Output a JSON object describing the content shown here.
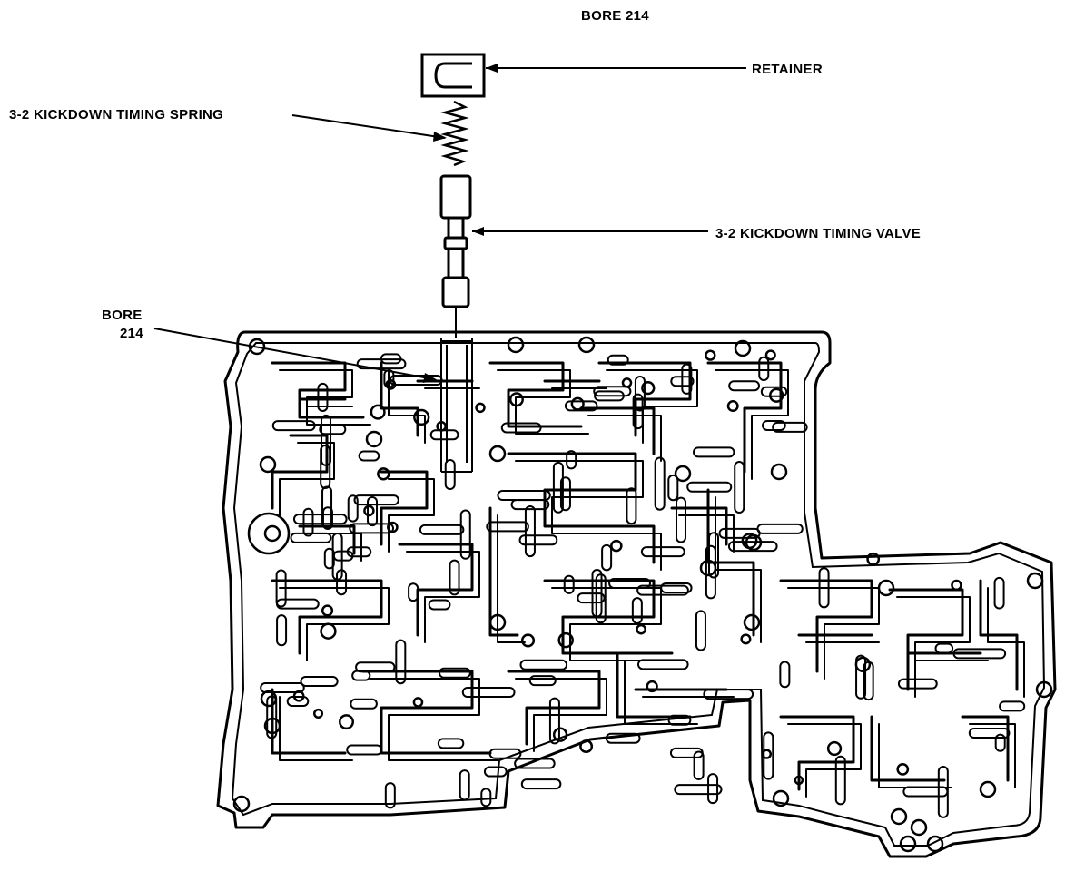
{
  "title": "BORE 214",
  "labels": {
    "retainer": "RETAINER",
    "spring": "3-2 KICKDOWN TIMING SPRING",
    "valve": "3-2 KICKDOWN TIMING VALVE",
    "bore_line1": "BORE",
    "bore_line2": "214"
  },
  "colors": {
    "ink": "#000000",
    "paper": "#ffffff"
  }
}
